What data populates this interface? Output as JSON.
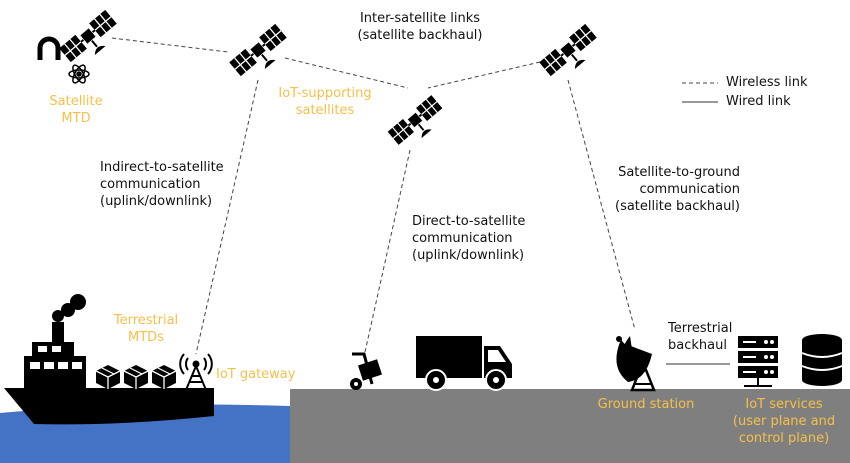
{
  "colors": {
    "accent_label": "#f5c04a",
    "ground": "#7f7f7f",
    "sea": "#4472c4",
    "icon": "#000000",
    "link": "#444444"
  },
  "icons": [
    "satellite-icon",
    "magnet-icon",
    "atom-icon",
    "ship-icon",
    "package-icon",
    "antenna-icon",
    "hand-truck-icon",
    "truck-icon",
    "satellite-dish-icon",
    "server-icon",
    "database-icon"
  ],
  "labels": {
    "inter_satellite": [
      "Inter-satellite links",
      "(satellite backhaul)"
    ],
    "satellite_mtd": [
      "Satellite",
      "MTD"
    ],
    "iot_satellites": [
      "IoT-supporting",
      "satellites"
    ],
    "indirect": [
      "Indirect-to-satellite",
      "communication",
      "(uplink/downlink)"
    ],
    "direct": [
      "Direct-to-satellite",
      "communication",
      "(uplink/downlink)"
    ],
    "sat_to_ground": [
      "Satellite-to-ground",
      "communication",
      "(satellite backhaul)"
    ],
    "terrestrial_mtds": [
      "Terrestrial",
      "MTDs"
    ],
    "iot_gateway": "IoT gateway",
    "terrestrial_backhaul": [
      "Terrestrial",
      "backhaul"
    ],
    "ground_station": "Ground station",
    "iot_services": [
      "IoT services",
      "(user plane and",
      "control plane)"
    ]
  },
  "legend": {
    "wireless": "Wireless link",
    "wired": "Wired link"
  }
}
